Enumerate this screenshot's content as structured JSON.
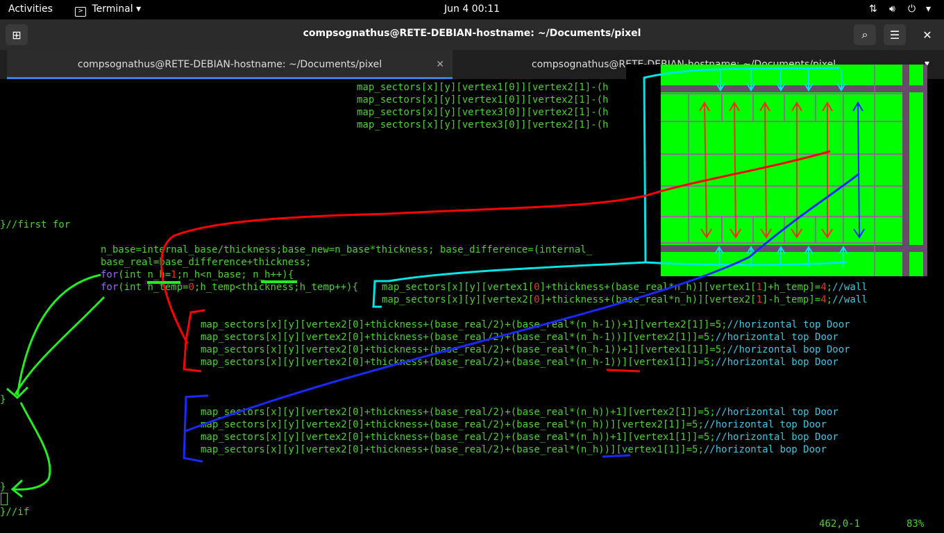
{
  "topbar": {
    "activities": "Activities",
    "app_name": "Terminal",
    "clock": "Jun 4  00:11"
  },
  "window": {
    "title": "compsognathus@RETE-DEBIAN-hostname: ~/Documents/pixel"
  },
  "tabs": [
    {
      "label": "compsognathus@RETE-DEBIAN-hostname: ~/Documents/pixel",
      "active": true
    },
    {
      "label": "compsognathus@RETE-DEBIAN-hostname: ~/Documents/pixel",
      "active": false
    }
  ],
  "code": {
    "l1": "map_sectors[x][y][vertex1[0]][vertex2[1]-(h",
    "l2": "map_sectors[x][y][vertex1[0]][vertex2[1]-(h",
    "l3": "map_sectors[x][y][vertex3[0]][vertex2[1]-(h",
    "l4": "map_sectors[x][y][vertex3[0]][vertex2[1]-(h",
    "first_for": "}//first for",
    "nbase": "n_base=internal_base/thickness;base_new=n_base*thickness; base_difference=(internal_",
    "basereal": "base_real=base_difference+thickness;",
    "for1_a": "for",
    "for1_b": "(int n_h=",
    "for1_c": "1",
    "for1_d": ";n_h<n_base; n_h++){",
    "for2_a": "for",
    "for2_b": "(int h_temp=",
    "for2_c": "0",
    "for2_d": ";h_temp<thickness;h_temp++){",
    "wall1_a": "map_sectors[x][y][vertex1[",
    "wall1_b": "0",
    "wall1_c": "]+thickness+(base_real*n_h)][vertex1[",
    "wall1_d": "1",
    "wall1_e": "]+h_temp]=",
    "wall1_f": "4",
    "wall1_g": ";",
    "wall1_h": "//wall",
    "wall2_a": "map_sectors[x][y][vertex2[",
    "wall2_b": "0",
    "wall2_c": "]+thickness+(base_real*n_h)][vertex2[",
    "wall2_d": "1",
    "wall2_e": "]-h_temp]=",
    "wall2_f": "4",
    "wall2_g": ";",
    "wall2_h": "//wall",
    "door1": "map_sectors[x][y][vertex2[0]+thickness+(base_real/2)+(base_real*(n_h-1))+1][vertex2[1]]=5;",
    "door1_c": "//horizontal top Door",
    "door2": "map_sectors[x][y][vertex2[0]+thickness+(base_real/2)+(base_real*(n_h-1))][vertex2[1]]=5;",
    "door2_c": "//horizontal top Door",
    "door3": "map_sectors[x][y][vertex2[0]+thickness+(base_real/2)+(base_real*(n_h-1))+1][vertex1[1]]=5;",
    "door3_c": "//horizontal bop Door",
    "door4": "map_sectors[x][y][vertex2[0]+thickness+(base_real/2)+(base_real*(n_h-1))][vertex1[1]]=5;",
    "door4_c": "//horizontal bop Door",
    "door5": "map_sectors[x][y][vertex2[0]+thickness+(base_real/2)+(base_real*(n_h))+1][vertex2[1]]=5;",
    "door5_c": "//horizontal top Door",
    "door6": "map_sectors[x][y][vertex2[0]+thickness+(base_real/2)+(base_real*(n_h))][vertex2[1]]=5;",
    "door6_c": "//horizontal top Door",
    "door7": "map_sectors[x][y][vertex2[0]+thickness+(base_real/2)+(base_real*(n_h))+1][vertex1[1]]=5;",
    "door7_c": "//horizontal bop Door",
    "door8": "map_sectors[x][y][vertex2[0]+thickness+(base_real/2)+(base_real*(n_h))][vertex1[1]]=5;",
    "door8_c": "//horizontal bop Door",
    "brace1": "}",
    "brace2": "}",
    "if_end": "}//if"
  },
  "status": {
    "position": "462,0-1",
    "percent": "83%"
  },
  "colors": {
    "code_green": "#4ad12d",
    "number_red": "#e8332d",
    "comment_cyan": "#3ec6e0",
    "keyword_purple": "#9b68ff",
    "map_green": "#00ff00",
    "map_wall": "#6a4a6a"
  }
}
